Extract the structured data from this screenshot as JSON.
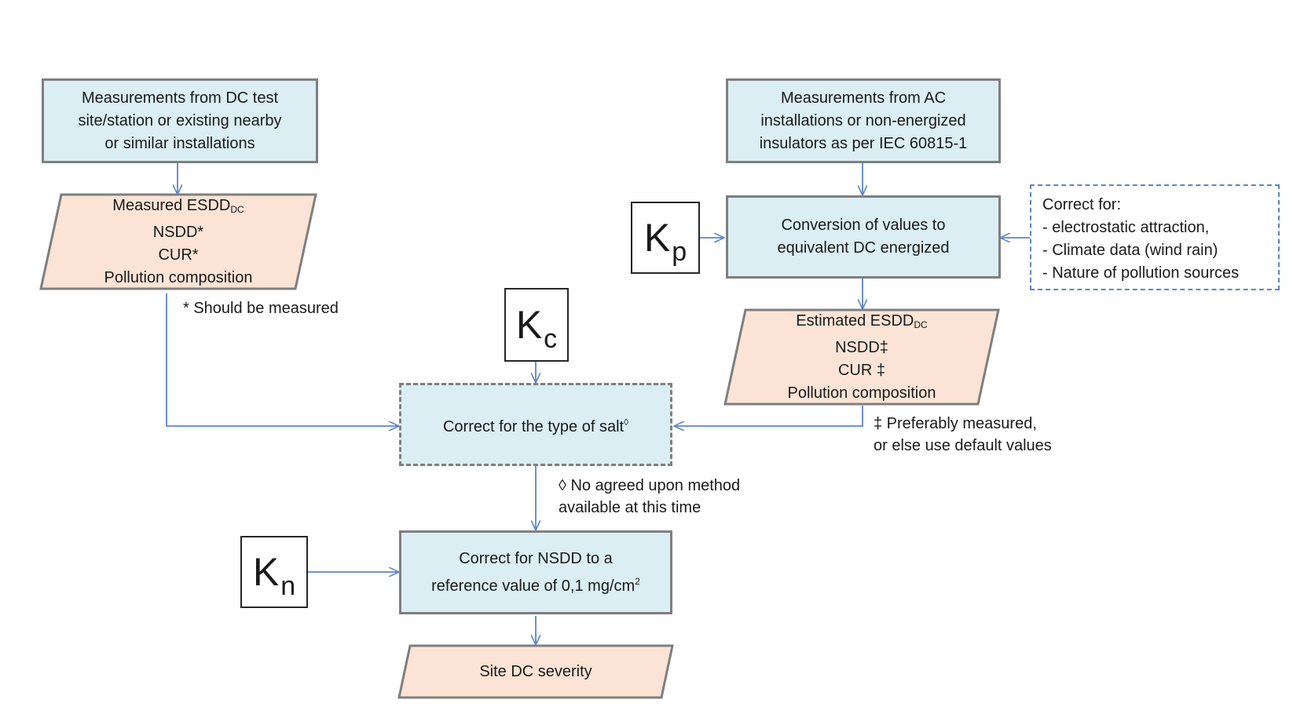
{
  "box_dc_measurements": {
    "lines": [
      "Measurements from DC test",
      "site/station or existing nearby",
      "or similar installations"
    ]
  },
  "box_ac_measurements": {
    "lines": [
      "Measurements from AC",
      "installations or non-energized",
      "insulators as per IEC 60815-1"
    ]
  },
  "measured_data": {
    "esdd_prefix": "Measured ESDD",
    "esdd_sub": "DC",
    "nsdd": "NSDD*",
    "cur": "CUR*",
    "composition": "Pollution composition"
  },
  "estimated_data": {
    "esdd_prefix": "Estimated ESDD",
    "esdd_sub": "DC",
    "nsdd": "NSDD‡",
    "cur": "CUR ‡",
    "composition": "Pollution composition"
  },
  "conversion_box": {
    "lines": [
      "Conversion of values to",
      "equivalent DC energized"
    ]
  },
  "correct_for_box": {
    "title": "Correct for:",
    "items": [
      "- electrostatic attraction,",
      "- Climate data (wind rain)",
      "- Nature of pollution sources"
    ]
  },
  "salt_box": {
    "text": "Correct for the type of salt",
    "sup": "◊"
  },
  "nsdd_box": {
    "line1": "Correct for NSDD to a",
    "line2_prefix": "reference value of 0,1 mg/cm",
    "line2_sup": "2"
  },
  "site_severity": {
    "text": "Site DC severity"
  },
  "factors": {
    "kp": {
      "letter": "K",
      "sub": "p"
    },
    "kc": {
      "letter": "K",
      "sub": "c"
    },
    "kn": {
      "letter": "K",
      "sub": "n"
    }
  },
  "notes": {
    "should_measure": "* Should be measured",
    "preferably_1": "‡ Preferably measured,",
    "preferably_2": "or else use default values",
    "no_method_1": "◊ No agreed upon  method",
    "no_method_2": "available  at this time"
  },
  "colors": {
    "blue_fill": "#daeef3",
    "peach_fill": "#fbe4d5",
    "border": "#7f7f7f",
    "arrow": "#5b86c5"
  }
}
